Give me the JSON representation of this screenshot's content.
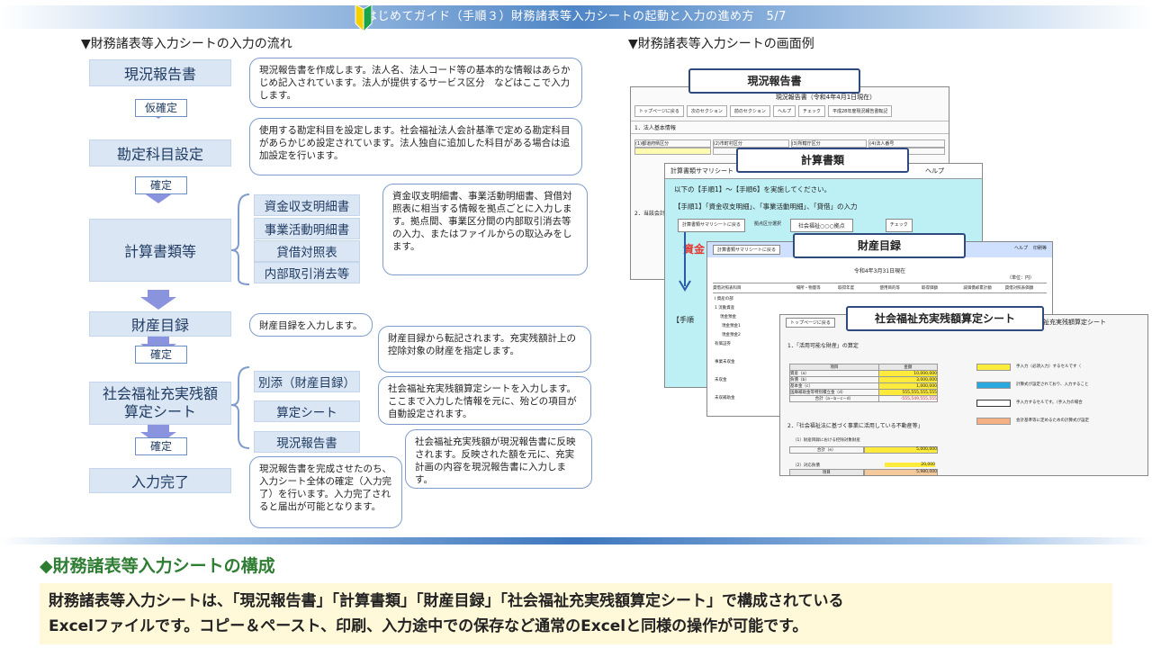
{
  "header": {
    "title": "はじめてガイド（手順３）財務諸表等入力シートの起動と入力の進め方　5/7"
  },
  "left": {
    "section_title": "▼財務諸表等入力シートの入力の流れ",
    "steps": {
      "genkyo": "現況報告書",
      "kanjo": "勘定科目設定",
      "keisan": "計算書類等",
      "zaisan": "財産目録",
      "shakai": "社会福祉充実残額\n算定シート",
      "kanryo": "入力完了"
    },
    "confirms": {
      "c1": "仮確定",
      "c2": "確定",
      "c3": "確定",
      "c4": "確定"
    },
    "subs": {
      "s1": "資金収支明細書",
      "s2": "事業活動明細書",
      "s3": "貸借対照表",
      "s4": "内部取引消去等",
      "t1": "別添（財産目録）",
      "t2": "算定シート",
      "t3": "現況報告書"
    },
    "notes": {
      "n1": "現況報告書を作成します。法人名、法人コード等の基本的な情報はあらかじめ記入されています。法人が提供するサービス区分　などはここで入力します。",
      "n2": "使用する勘定科目を設定します。社会福祉法人会計基準で定める勘定科目があらかじめ設定されています。法人独自に追加した科目がある場合は追加設定を行います。",
      "n3": "資金収支明細書、事業活動明細書、貸借対照表に相当する情報を拠点ごとに入力します。拠点間、事業区分間の内部取引消去等の入力、またはファイルからの取込みをします。",
      "n4": "財産目録を入力します。",
      "n5": "財産目録から転記されます。充実残額計上の控除対象の財産を指定します。",
      "n6": "社会福祉充実残額算定シートを入力します。ここまで入力した情報を元に、殆どの項目が自動設定されます。",
      "n7": "社会福祉充実残額が現況報告書に反映されます。反映された額を元に、充実計画の内容を現況報告書に入力します。",
      "n8": "現況報告書を完成させたのち、入力シート全体の確定（入力完了）を行います。入力完了されると届出が可能となります。"
    }
  },
  "right": {
    "section_title": "▼財務諸表等入力シートの画面例",
    "tags": {
      "t1": "現況報告書",
      "t2": "計算書類",
      "t3": "財産目録",
      "t4": "社会福祉充実残額算定シート"
    },
    "w1": {
      "head": "現況報告書（令和4年4月1日現在）",
      "btns": [
        "トップページに戻る",
        "次のセクション",
        "前のセクション",
        "ヘルプ",
        "チェック",
        "平成28年度現況報告書転記"
      ],
      "row1": "1．法人基本情報",
      "row2": "2．当該会計",
      "r1": "(1)都道府県区分",
      "r2": "(2)市町村区分",
      "r3": "(3)所轄庁区分",
      "r4": "(4)法人番号"
    },
    "w2": {
      "head": "計算書類サマリシート",
      "help": "ヘルプ",
      "line1": "以下の【手順1】～【手順6】を実施してください。",
      "line2": "【手順1】「資金収支明細」、「事業活動明細」、「貸借」の入力",
      "b1": "計算書類サマリシートに戻る",
      "b2": "拠点区分選択",
      "b3": "社会福祉○○○拠点",
      "b4": "チェック",
      "red": "資金",
      "step": "【手順"
    },
    "w3": {
      "date": "令和4年3月31日現在",
      "unit": "（単位：円）",
      "b1": "計算書類サマリシートに戻る",
      "col1": "貸借対照表科目",
      "col2": "場所・物量等",
      "col3": "取得年度",
      "col4": "使用目的等",
      "col5": "取得価額",
      "col6": "減価償却累計額",
      "col7": "貸借対照表価額",
      "r1": "I 資産の部",
      "r2": "1 流動資産",
      "r3": "現金預金",
      "r4": "現金預金1",
      "r5": "現金預金2",
      "r6": "有価証券",
      "r7": "事業未収金",
      "r8": "未収金",
      "r9": "未収補助金",
      "help": "ヘルプ",
      "check": "印刷等"
    },
    "w4": {
      "title": "社会福祉充実残額算定シート",
      "b1": "トップページに戻る",
      "s1": "1．「活用可能な財産」の算定",
      "h1": "項目",
      "h2": "金額",
      "rows": [
        [
          "資産（a）",
          "10,000,000"
        ],
        [
          "負債（b）",
          "3,000,000"
        ],
        [
          "基本金（c）",
          "1,000,000"
        ],
        [
          "国庫補助金等特別積立金（d）",
          "555,555,555,555"
        ],
        [
          "合計（a－b－c－d）",
          "-555,549,555,555"
        ]
      ],
      "s2": "2．「社会福祉法に基づく事業に活用している不動産等」",
      "s3": "（1）財産目録における控除対象財産",
      "total": "合計（e）",
      "total_v": "5,000,000",
      "s4": "（2）対応負債",
      "v1": "20,000",
      "h3": "項目",
      "v2": "5,980,000",
      "legend": [
        "手入力（必須入力）するセルです（",
        "計算式が設定されており、入力すること",
        "手入力するセルです。（手入力の場合",
        "会計基準等に定めるための計算式が設定"
      ]
    }
  },
  "bottom": {
    "title": "◆財務諸表等入力シートの構成",
    "line1": "財務諸表等入力シートは、「現況報告書」「計算書類」「財産目録」「社会福祉充実残額算定シート」で構成されている",
    "line2": "Excelファイルです。コピー＆ペースト、印刷、入力途中での保存など通常のExcelと同様の操作が可能です。"
  },
  "colors": {
    "accent": "#4f86c6",
    "box": "#dbe6f4",
    "arrow": "#7f8fd9",
    "green": "#2e7d32"
  }
}
